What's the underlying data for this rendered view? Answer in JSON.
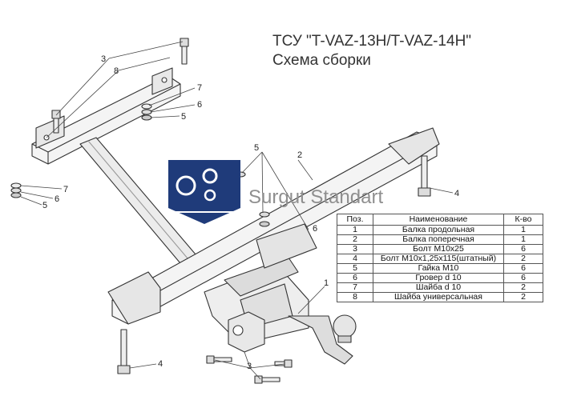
{
  "title": {
    "line1": "ТСУ \"T-VAZ-13H/T-VAZ-14H\"",
    "line2": "Схема сборки"
  },
  "watermark": "Surgut Standart",
  "callouts": {
    "c3a": "3",
    "c8": "8",
    "c7a": "7",
    "c6a": "6",
    "c5a": "5",
    "c7b": "7",
    "c6b": "6",
    "c5b": "5",
    "c5c": "5",
    "c6c": "6",
    "c2": "2",
    "c4a": "4",
    "c1": "1",
    "c4b": "4",
    "c3b": "3"
  },
  "parts_table": {
    "headers": [
      "Поз.",
      "Наименование",
      "К-во"
    ],
    "rows": [
      [
        "1",
        "Балка продольная",
        "1"
      ],
      [
        "2",
        "Балка поперечная",
        "1"
      ],
      [
        "3",
        "Болт М10х25",
        "6"
      ],
      [
        "4",
        "Болт М10х1,25х115(штатный)",
        "2"
      ],
      [
        "5",
        "Гайка  М10",
        "6"
      ],
      [
        "6",
        "Гровер d 10",
        "6"
      ],
      [
        "7",
        "Шайба d 10",
        "2"
      ],
      [
        "8",
        "Шайба универсальная",
        "2"
      ]
    ]
  },
  "colors": {
    "line": "#333333",
    "fill_light": "#f4f4f4",
    "fill_mid": "#dcdcdc",
    "logo_blue": "#1f3b7a"
  }
}
